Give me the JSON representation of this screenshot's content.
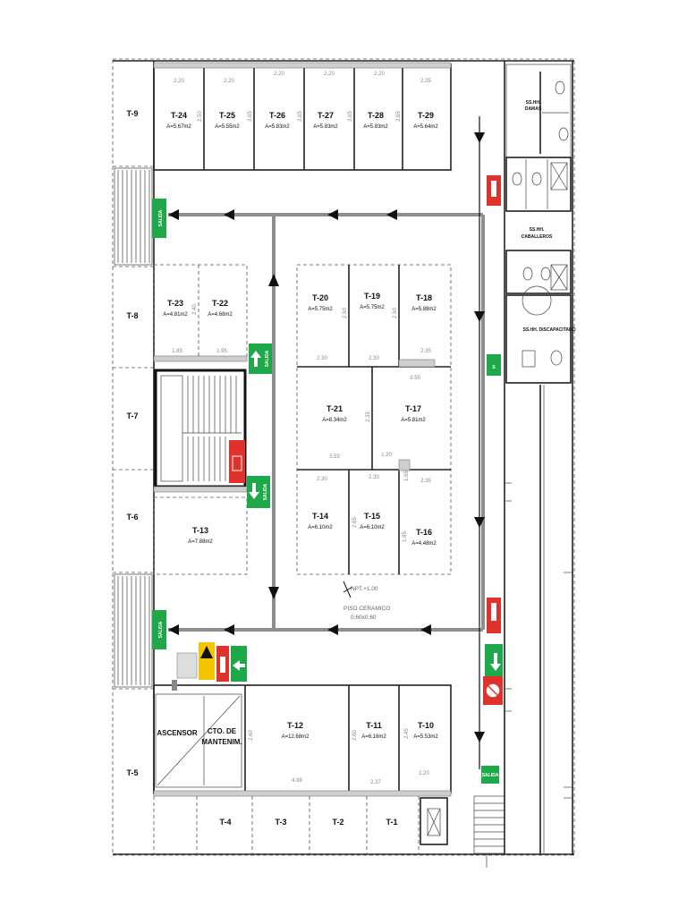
{
  "tiendas": [
    {
      "code": "T-24",
      "area": "A=5.67m2",
      "dim_top": "2.20"
    },
    {
      "code": "T-25",
      "area": "A=5.55m2",
      "dim_top": "2.20"
    },
    {
      "code": "T-26",
      "area": "A=5.83m2",
      "dim_top": "2.20"
    },
    {
      "code": "T-27",
      "area": "A=5.83m2",
      "dim_top": "2.20"
    },
    {
      "code": "T-28",
      "area": "A=5.83m2",
      "dim_top": "2.20"
    },
    {
      "code": "T-29",
      "area": "A=5.64m2",
      "dim_top": "2.35"
    },
    {
      "code": "T-23",
      "area": "A=4.81m2",
      "dim_bottom": "1.85"
    },
    {
      "code": "T-22",
      "area": "A=4.68m2",
      "dim_bottom": "1.95"
    },
    {
      "code": "T-20",
      "area": "A=5.75m2",
      "dim_bottom": "2.30"
    },
    {
      "code": "T-19",
      "area": "A=5.75m2",
      "dim_bottom": "2.30"
    },
    {
      "code": "T-18",
      "area": "A=5.88m2",
      "dim_bottom": "2.35"
    },
    {
      "code": "T-21",
      "area": "A=8.34m2",
      "dim_bottom": "3.55"
    },
    {
      "code": "T-17",
      "area": "A=5.81m2",
      "dim_top": "3.55",
      "dim_bottom": "1.20"
    },
    {
      "code": "T-14",
      "area": "A=6.10m2",
      "dim_top": "2.30"
    },
    {
      "code": "T-15",
      "area": "A=6.10m2",
      "dim_top": "2.30"
    },
    {
      "code": "T-16",
      "area": "A=4.48m2",
      "dim_top": "2.35"
    },
    {
      "code": "T-13",
      "area": "A=7.88m2"
    },
    {
      "code": "T-12",
      "area": "A=12.68m2",
      "dim_bottom": "4.88"
    },
    {
      "code": "T-11",
      "area": "A=6.16m2",
      "dim_bottom": "2.37"
    },
    {
      "code": "T-10",
      "area": "A=5.53m2",
      "dim_bottom": "2.20"
    }
  ],
  "side_labels": [
    "T-9",
    "T-8",
    "T-7",
    "T-6",
    "T-5"
  ],
  "bottom_labels": [
    "T-4",
    "T-3",
    "T-2",
    "T-1"
  ],
  "vertical_dims": [
    "2.50",
    "2.65",
    "2.65",
    "2.65",
    "2.65",
    "2.40",
    "2.50",
    "2.50",
    "2.35",
    "2.65",
    "1.85",
    "2.60",
    "2.60",
    "2.45",
    "1.65"
  ],
  "rooms": {
    "ascensor": "ASCENSOR",
    "cto_line1": "CTO. DE",
    "cto_line2": "MANTENIM.",
    "sshh_damas_1": "SS.HH.",
    "sshh_damas_2": "DAMAS",
    "sshh_cab_1": "SS.HH.",
    "sshh_cab_2": "CABALLEROS",
    "sshh_disc": "SS.HH. DISCAPACITADO"
  },
  "level": {
    "npt": "NPT.+1.00",
    "piso_1": "PISO  CERAMICO",
    "piso_2": "0.60x0.60"
  },
  "signs": {
    "salida": "SALIDA",
    "s": "S"
  },
  "colors": {
    "salida_green": "#1fa84a",
    "extintor_red": "#e0322c",
    "warning_yellow": "#f5c400",
    "route_gray": "#8e8e8e"
  }
}
